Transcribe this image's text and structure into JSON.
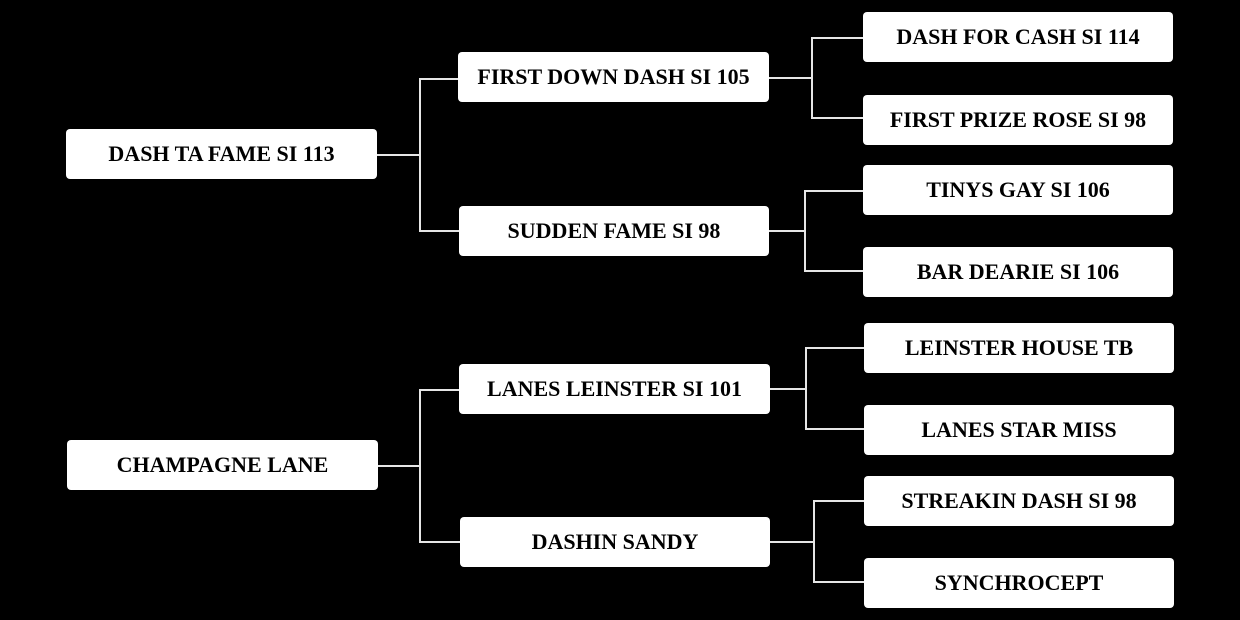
{
  "pedigree": {
    "sire": {
      "name": "DASH TA FAME SI 113",
      "sire": {
        "name": "FIRST DOWN DASH SI 105",
        "sire": "DASH FOR CASH SI 114",
        "dam": "FIRST PRIZE ROSE SI 98"
      },
      "dam": {
        "name": "SUDDEN FAME SI 98",
        "sire": "TINYS GAY SI 106",
        "dam": "BAR DEARIE SI 106"
      }
    },
    "dam": {
      "name": "CHAMPAGNE LANE",
      "sire": {
        "name": "LANES LEINSTER SI 101",
        "sire": "LEINSTER HOUSE TB",
        "dam": "LANES STAR MISS"
      },
      "dam": {
        "name": "DASHIN SANDY",
        "sire": "STREAKIN DASH SI 98",
        "dam": "SYNCHROCEPT"
      }
    }
  }
}
